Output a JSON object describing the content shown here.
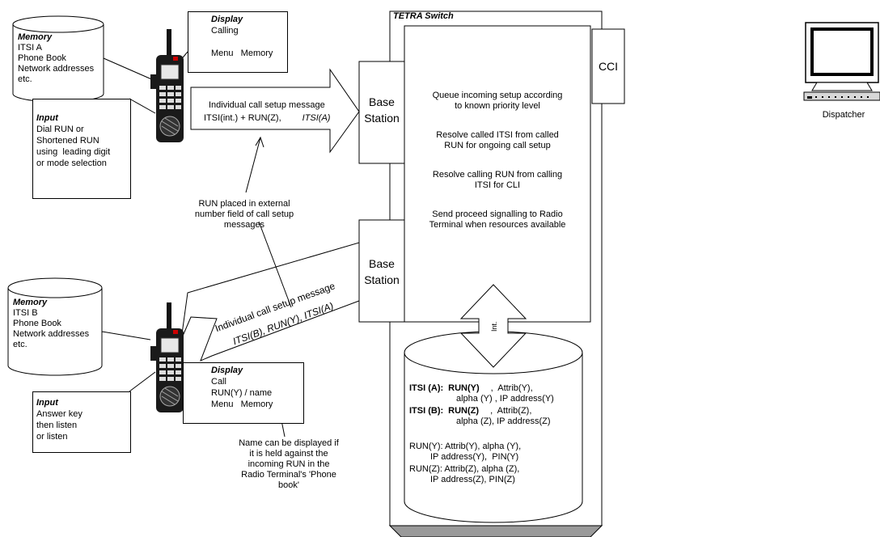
{
  "switch": {
    "title": "TETRA Switch",
    "cci_label": "CCI",
    "process_steps": [
      "Queue incoming setup according to known priority level",
      "Resolve called ITSI from called RUN for ongoing call setup",
      "Resolve calling RUN from calling ITSI for CLI",
      "Send proceed signalling to Radio Terminal when resources available"
    ],
    "process_lines": [
      [
        "Queue incoming setup according",
        "to known priority level"
      ],
      [
        "Resolve called ITSI from called",
        "RUN for ongoing call setup"
      ],
      [
        "Resolve calling RUN from calling",
        "ITSI for CLI"
      ],
      [
        "Send proceed signalling to Radio",
        "Terminal when resources available"
      ]
    ],
    "interface_label": "Int."
  },
  "base_stations": [
    {
      "label_line1": "Base",
      "label_line2": "Station"
    },
    {
      "label_line1": "Base",
      "label_line2": "Station"
    }
  ],
  "dispatcher": {
    "label": "Dispatcher"
  },
  "terminal_a": {
    "memory": {
      "title": "Memory",
      "lines": [
        "ITSI A",
        "Phone Book",
        "Network addresses",
        "etc."
      ]
    },
    "display": {
      "title": "Display",
      "line1": "Calling",
      "line2": "Menu   Memory"
    },
    "input": {
      "title": "Input",
      "lines": [
        "Dial RUN or",
        "Shortened RUN",
        "using  leading digit",
        "or mode selection"
      ]
    }
  },
  "terminal_b": {
    "memory": {
      "title": "Memory",
      "lines": [
        "ITSI B",
        "Phone Book",
        "Network addresses",
        "etc."
      ]
    },
    "display": {
      "title": "Display",
      "lines": [
        "Call",
        "RUN(Y) / name",
        "Menu   Memory"
      ]
    },
    "input": {
      "title": "Input",
      "lines": [
        "Answer key",
        "then listen",
        "or listen"
      ]
    }
  },
  "outgoing_message": {
    "line1": "Individual call setup message",
    "line2_plain": "ITSI(int.) + RUN(Z),",
    "line2_italic": "ITSI(A)"
  },
  "incoming_message": {
    "line1": "Individual call setup message",
    "line2": "ITSI(B), RUN(Y), ITSI(A)"
  },
  "notes": {
    "run_placed": [
      "RUN placed in external",
      "number field of call setup",
      "messages"
    ],
    "name_displayed": [
      "Name can be displayed if",
      "it is held against the",
      "incoming RUN in the",
      "Radio Terminal's 'Phone",
      "book'"
    ]
  },
  "database": {
    "entries": [
      {
        "key": "ITSI (A):",
        "run": "RUN(Y)",
        "rest1": ",  Attrib(Y),",
        "rest2": "alpha (Y) , IP address(Y)"
      },
      {
        "key": "ITSI (B):",
        "run": "RUN(Z)",
        "rest1": ",  Attrib(Z),",
        "rest2": "alpha (Z), IP address(Z)"
      }
    ],
    "run_records": [
      {
        "line1": "RUN(Y): Attrib(Y), alpha (Y),",
        "line2": "IP address(Y),  PIN(Y)"
      },
      {
        "line1": "RUN(Z): Attrib(Z), alpha (Z),",
        "line2": "IP address(Z), PIN(Z)"
      }
    ]
  }
}
